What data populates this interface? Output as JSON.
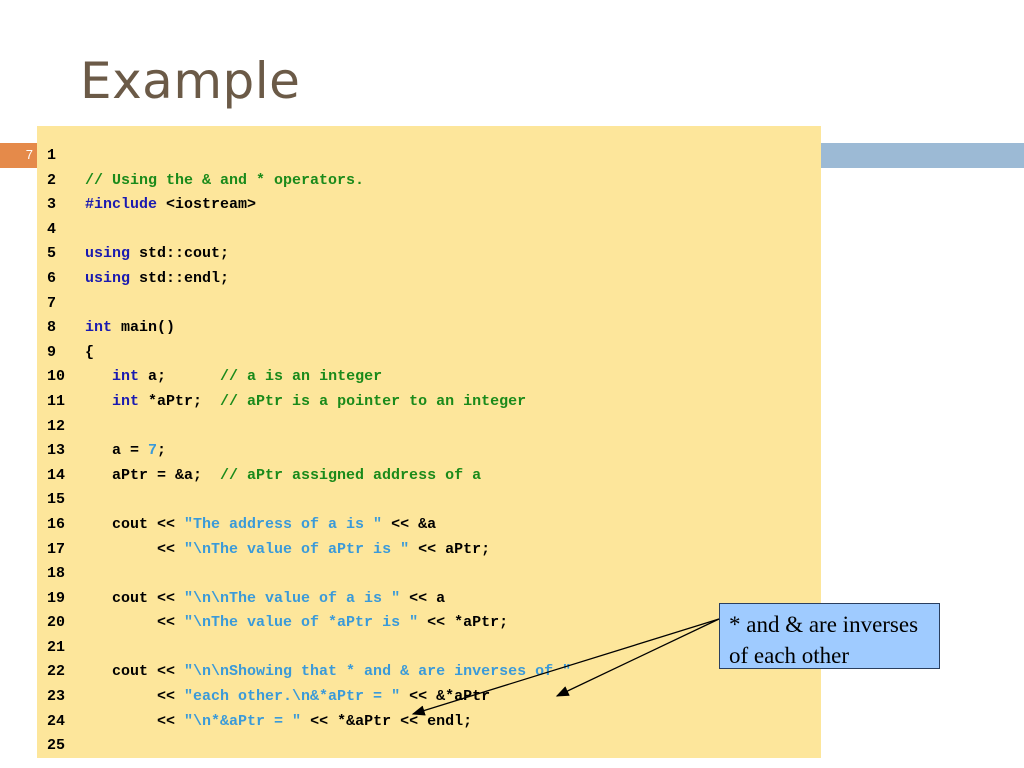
{
  "slide": {
    "title": "Example",
    "number": "7"
  },
  "colors": {
    "code_background": "#fde69b",
    "callout_background": "#9fcbff",
    "accent_orange": "#e58a4a",
    "accent_blue": "#9cbad5",
    "comment": "#1a8a1a",
    "keyword": "#1a1ab0",
    "string": "#3a9ad9"
  },
  "code": {
    "lines": [
      {
        "n": "1",
        "tokens": []
      },
      {
        "n": "2",
        "tokens": [
          {
            "t": "comment",
            "v": "// Using the & and * operators."
          }
        ]
      },
      {
        "n": "3",
        "tokens": [
          {
            "t": "keyword",
            "v": "#include"
          },
          {
            "t": "plain",
            "v": " <iostream>"
          }
        ]
      },
      {
        "n": "4",
        "tokens": []
      },
      {
        "n": "5",
        "tokens": [
          {
            "t": "keyword",
            "v": "using"
          },
          {
            "t": "plain",
            "v": " std::cout;"
          }
        ]
      },
      {
        "n": "6",
        "tokens": [
          {
            "t": "keyword",
            "v": "using"
          },
          {
            "t": "plain",
            "v": " std::endl;"
          }
        ]
      },
      {
        "n": "7",
        "tokens": []
      },
      {
        "n": "8",
        "tokens": [
          {
            "t": "keyword",
            "v": "int"
          },
          {
            "t": "plain",
            "v": " main()"
          }
        ]
      },
      {
        "n": "9",
        "tokens": [
          {
            "t": "plain",
            "v": "{"
          }
        ]
      },
      {
        "n": "10",
        "tokens": [
          {
            "t": "plain",
            "v": "   "
          },
          {
            "t": "keyword",
            "v": "int"
          },
          {
            "t": "plain",
            "v": " a;      "
          },
          {
            "t": "comment",
            "v": "// a is an integer"
          }
        ]
      },
      {
        "n": "11",
        "tokens": [
          {
            "t": "plain",
            "v": "   "
          },
          {
            "t": "keyword",
            "v": "int"
          },
          {
            "t": "plain",
            "v": " *aPtr;  "
          },
          {
            "t": "comment",
            "v": "// aPtr is a pointer to an integer"
          }
        ]
      },
      {
        "n": "12",
        "tokens": []
      },
      {
        "n": "13",
        "tokens": [
          {
            "t": "plain",
            "v": "   a = "
          },
          {
            "t": "number",
            "v": "7"
          },
          {
            "t": "plain",
            "v": ";"
          }
        ]
      },
      {
        "n": "14",
        "tokens": [
          {
            "t": "plain",
            "v": "   aPtr = &a;  "
          },
          {
            "t": "comment",
            "v": "// aPtr assigned address of a"
          }
        ]
      },
      {
        "n": "15",
        "tokens": []
      },
      {
        "n": "16",
        "tokens": [
          {
            "t": "plain",
            "v": "   cout << "
          },
          {
            "t": "string",
            "v": "\"The address of a is \""
          },
          {
            "t": "plain",
            "v": " << &a"
          }
        ]
      },
      {
        "n": "17",
        "tokens": [
          {
            "t": "plain",
            "v": "        << "
          },
          {
            "t": "string",
            "v": "\"\\nThe value of aPtr is \""
          },
          {
            "t": "plain",
            "v": " << aPtr;"
          }
        ]
      },
      {
        "n": "18",
        "tokens": []
      },
      {
        "n": "19",
        "tokens": [
          {
            "t": "plain",
            "v": "   cout << "
          },
          {
            "t": "string",
            "v": "\"\\n\\nThe value of a is \""
          },
          {
            "t": "plain",
            "v": " << a"
          }
        ]
      },
      {
        "n": "20",
        "tokens": [
          {
            "t": "plain",
            "v": "        << "
          },
          {
            "t": "string",
            "v": "\"\\nThe value of *aPtr is \""
          },
          {
            "t": "plain",
            "v": " << *aPtr;"
          }
        ]
      },
      {
        "n": "21",
        "tokens": []
      },
      {
        "n": "22",
        "tokens": [
          {
            "t": "plain",
            "v": "   cout << "
          },
          {
            "t": "string",
            "v": "\"\\n\\nShowing that * and & are inverses of \""
          }
        ]
      },
      {
        "n": "23",
        "tokens": [
          {
            "t": "plain",
            "v": "        << "
          },
          {
            "t": "string",
            "v": "\"each other.\\n&*aPtr = \""
          },
          {
            "t": "plain",
            "v": " << &*aPtr"
          }
        ]
      },
      {
        "n": "24",
        "tokens": [
          {
            "t": "plain",
            "v": "        << "
          },
          {
            "t": "string",
            "v": "\"\\n*&aPtr = \""
          },
          {
            "t": "plain",
            "v": " << *&aPtr << endl;"
          }
        ]
      },
      {
        "n": "25",
        "tokens": []
      }
    ]
  },
  "callout": {
    "text": "* and & are inverses of each other"
  }
}
